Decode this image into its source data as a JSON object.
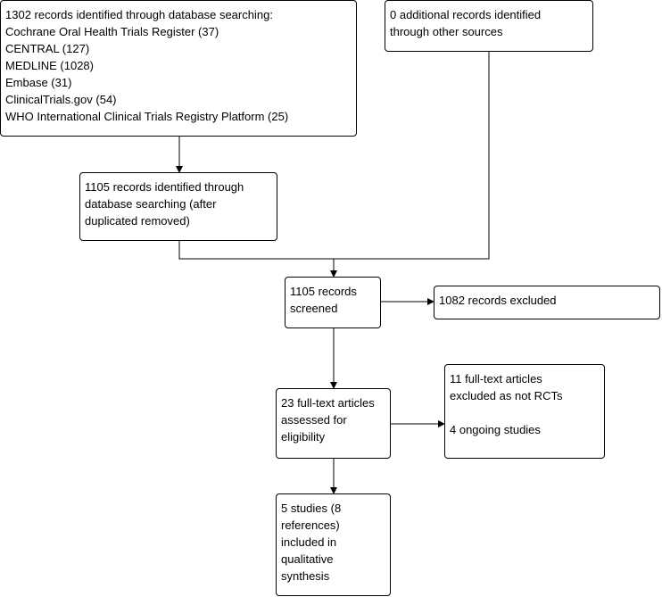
{
  "diagram": {
    "box_database_search": {
      "lines": [
        "1302 records identified through database searching:",
        "Cochrane Oral Health Trials Register (37)",
        "CENTRAL (127)",
        "MEDLINE (1028)",
        "Embase (31)",
        "ClinicalTrials.gov (54)",
        "WHO International Clinical Trials Registry Platform (25)"
      ]
    },
    "box_other_sources": {
      "lines": [
        "0 additional records identified",
        "through other sources"
      ]
    },
    "box_after_duplicates": {
      "lines": [
        "1105 records identified through",
        "database searching (after",
        "duplicated removed)"
      ]
    },
    "box_screened": {
      "lines": [
        "1105 records",
        "screened"
      ]
    },
    "box_excluded": {
      "lines": [
        "1082 records excluded"
      ]
    },
    "box_fulltext_assessed": {
      "lines": [
        "23 full-text articles",
        "assessed for",
        "eligibility"
      ]
    },
    "box_fulltext_excluded": {
      "lines": [
        "11 full-text articles",
        "excluded as not RCTs"
      ],
      "lines_after_gap": [
        "4 ongoing studies"
      ]
    },
    "box_included": {
      "lines": [
        "5 studies (8",
        "references)",
        "included in",
        "qualitative",
        "synthesis"
      ]
    },
    "colors": {
      "line": "#000000",
      "box_border": "#000000",
      "background": "#ffffff"
    }
  }
}
